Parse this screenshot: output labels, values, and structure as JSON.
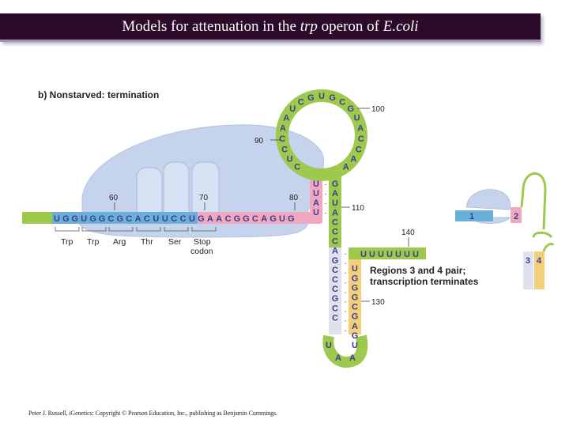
{
  "title": {
    "prefix": "Models for attenuation in the ",
    "italic1": "trp",
    "middle": " operon of ",
    "italic2": "E.coli"
  },
  "panel_label": "b) Nonstarved: termination",
  "leader_sequence": [
    "U",
    "G",
    "G",
    "U",
    "G",
    "G",
    "C",
    "G",
    "C",
    "A",
    "C",
    "U",
    "U",
    "C",
    "C",
    "U",
    "G",
    "A",
    "A",
    "C",
    "G",
    "G",
    "C",
    "A",
    "G",
    "U",
    "G"
  ],
  "stem_left_up": [
    "U",
    "A",
    "U",
    "U"
  ],
  "loop_left": [
    "C",
    "U",
    "C",
    "C",
    "A",
    "A",
    "U",
    "C"
  ],
  "loop_top": [
    "G",
    "U",
    "G",
    "C"
  ],
  "loop_right": [
    "G",
    "U",
    "A",
    "C",
    "C",
    "A",
    "A"
  ],
  "stem_right_down": [
    "G",
    "A",
    "U",
    "A",
    "C",
    "C",
    "C",
    "A",
    "G",
    "C",
    "C",
    "C",
    "G",
    "C",
    "C"
  ],
  "hairpin_loop_bottom": [
    "U",
    "A",
    "A"
  ],
  "terminator_right_up": [
    "U",
    "G",
    "A",
    "G",
    "C",
    "G",
    "G",
    "G",
    "U"
  ],
  "poly_u_tail": [
    "U",
    "U",
    "U",
    "U",
    "U",
    "U",
    "U"
  ],
  "position_labels": {
    "p60": "60",
    "p70": "70",
    "p80": "80",
    "p90": "90",
    "p100": "100",
    "p110": "110",
    "p130": "130",
    "p140": "140"
  },
  "codons": [
    "Trp",
    "Trp",
    "Arg",
    "Thr",
    "Ser",
    "Stop",
    "codon"
  ],
  "annotation": {
    "line1": "Regions 3 and 4 pair;",
    "line2": "transcription terminates"
  },
  "inset": {
    "r1": "1",
    "r2": "2",
    "r3": "3",
    "r4": "4"
  },
  "footer": "Peter J. Russell, iGenetics: Copyright © Pearson Education, Inc., publishing as Benjamin Cummings.",
  "colors": {
    "ribosome": "#c5d3ec",
    "region1": "#6aafd7",
    "region2": "#f0a8c0",
    "region3": "#9dc94d",
    "region4": "#f2cf78",
    "region3_pale": "#dfe1ec"
  }
}
